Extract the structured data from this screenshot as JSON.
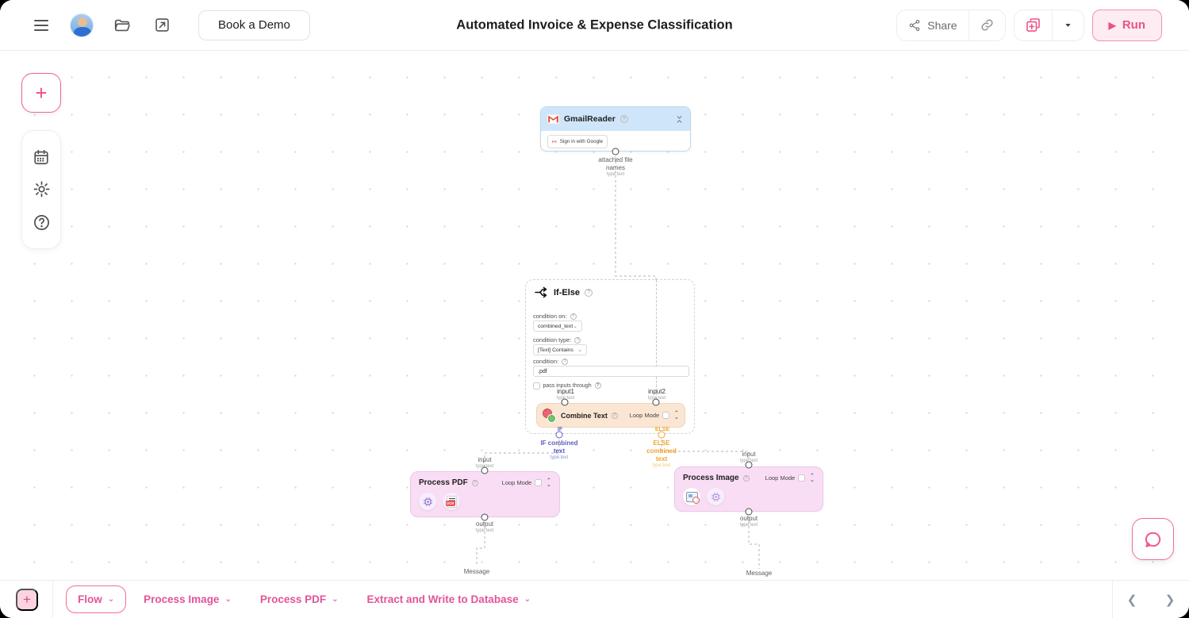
{
  "header": {
    "book_demo_label": "Book a Demo",
    "title": "Automated Invoice & Expense Classification",
    "share_label": "Share",
    "run_label": "Run",
    "run_play_glyph": "▶"
  },
  "left_rail": {
    "add_glyph": "+",
    "icons": [
      "calendar-icon",
      "settings-gear-icon",
      "help-circle-icon"
    ]
  },
  "canvas": {
    "gmail_node": {
      "title": "GmailReader",
      "signin_label": "Sign in with Google",
      "output_line1": "attached file",
      "output_line2": "names",
      "type_text": "type:text"
    },
    "ifelse_node": {
      "title": "If-Else",
      "condition_on_label": "condition on:",
      "condition_on_value": "combined_text",
      "condition_type_label": "condition type:",
      "condition_type_value": "[Text] Contains",
      "condition_label": "condition:",
      "condition_value": ".pdf",
      "pass_inputs_label": "pass inputs through",
      "input1_label": "input1",
      "input2_label": "input2",
      "type_text": "type:text",
      "if_tag": "IF",
      "else_tag": "ELSE",
      "if_out_line1": "IF combined",
      "if_out_line2": "text",
      "else_out_line1": "ELSE",
      "else_out_line2": "combined",
      "else_out_line3": "text"
    },
    "combine_node": {
      "title": "Combine Text",
      "loop_mode_label": "Loop Mode"
    },
    "process_pdf_node": {
      "title": "Process PDF",
      "loop_mode_label": "Loop Mode",
      "input_label": "input",
      "output_label": "output",
      "type_text": "type:text"
    },
    "process_image_node": {
      "title": "Process Image",
      "loop_mode_label": "Loop Mode",
      "input_label": "input",
      "output_label": "output",
      "type_text": "type:text"
    },
    "message_left_label": "Message",
    "message_right_label": "Message",
    "help_glyph": "?"
  },
  "subflow_bar": {
    "add_glyph": "+",
    "tabs": [
      {
        "label": "Flow"
      },
      {
        "label": "Process Image"
      },
      {
        "label": "Process PDF"
      },
      {
        "label": "Extract and Write to Database"
      }
    ],
    "prev_glyph": "❮",
    "next_glyph": "❯"
  },
  "colors": {
    "accent_pink": "#ec4e8c",
    "run_bg": "#fdecf2",
    "process_node_bg": "#f9ddf5",
    "process_node_border": "#ecc6e7",
    "combine_bg": "#fbe6d4",
    "gmail_header_bg": "#cfe6fa",
    "if_branch": "#5d5fc0",
    "else_branch": "#efa42f",
    "wire_gray": "#c2c2c2"
  }
}
